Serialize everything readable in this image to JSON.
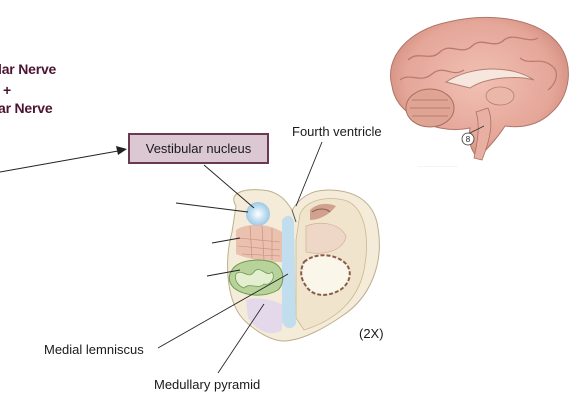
{
  "nerve_label": {
    "line1": "lar Nerve",
    "line2": "+",
    "line3": "ar Nerve"
  },
  "labels": {
    "vestibular_nucleus": "Vestibular nucleus",
    "fourth_ventricle": "Fourth ventricle",
    "medial_lemniscus": "Medial lemniscus",
    "medullary_pyramid": "Medullary pyramid",
    "magnification": "(2X)",
    "brain_marker": "8"
  },
  "colors": {
    "nerve_text": "#4b1431",
    "box_fill": "#dcc8d2",
    "box_border": "#6a3a52"
  }
}
